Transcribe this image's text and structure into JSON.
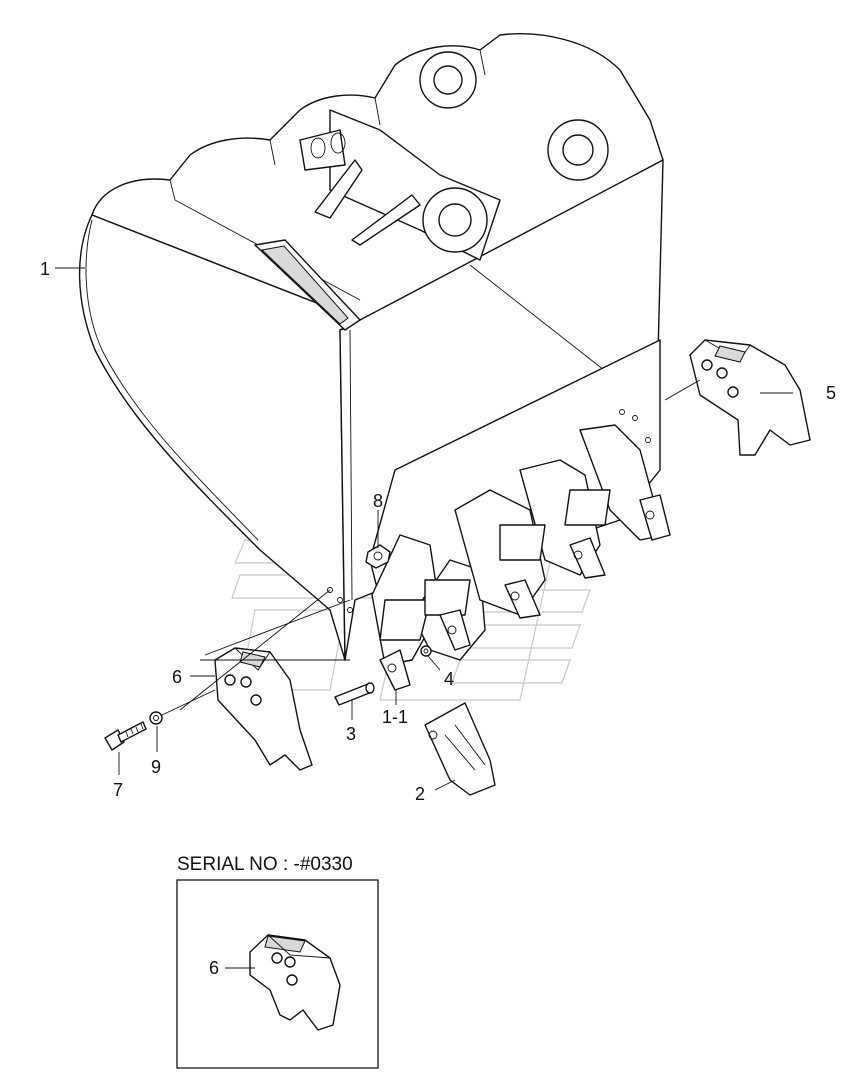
{
  "callouts": {
    "c1": "1",
    "c1_1": "1-1",
    "c2": "2",
    "c3": "3",
    "c4": "4",
    "c5": "5",
    "c6": "6",
    "c7": "7",
    "c8": "8",
    "c9": "9"
  },
  "inset": {
    "title": "SERIAL NO : -#0330",
    "callout": "6"
  }
}
